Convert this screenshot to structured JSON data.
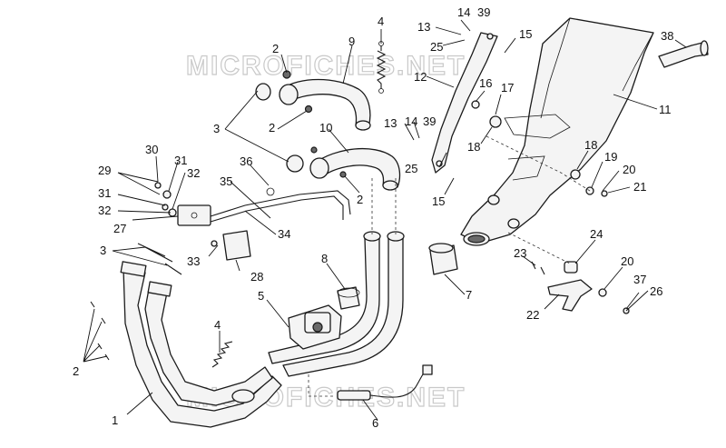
{
  "watermark": "MICROFICHES.NET",
  "callouts": {
    "c1": "1",
    "c2a": "2",
    "c2b": "2",
    "c2c": "2",
    "c2d": "2",
    "c3a": "3",
    "c3b": "3",
    "c4a": "4",
    "c4b": "4",
    "c5": "5",
    "c6": "6",
    "c7": "7",
    "c8": "8",
    "c9": "9",
    "c10": "10",
    "c11": "11",
    "c12": "12",
    "c13a": "13",
    "c13b": "13",
    "c14a": "14",
    "c14b": "14",
    "c15a": "15",
    "c15b": "15",
    "c16": "16",
    "c17": "17",
    "c18a": "18",
    "c18b": "18",
    "c19": "19",
    "c20a": "20",
    "c20b": "20",
    "c21": "21",
    "c22": "22",
    "c23": "23",
    "c24": "24",
    "c25a": "25",
    "c25b": "25",
    "c26": "26",
    "c27": "27",
    "c28": "28",
    "c29": "29",
    "c30": "30",
    "c31a": "31",
    "c31b": "31",
    "c32a": "32",
    "c32b": "32",
    "c33": "33",
    "c34": "34",
    "c35": "35",
    "c36": "36",
    "c37": "37",
    "c38": "38",
    "c39a": "39",
    "c39b": "39"
  }
}
